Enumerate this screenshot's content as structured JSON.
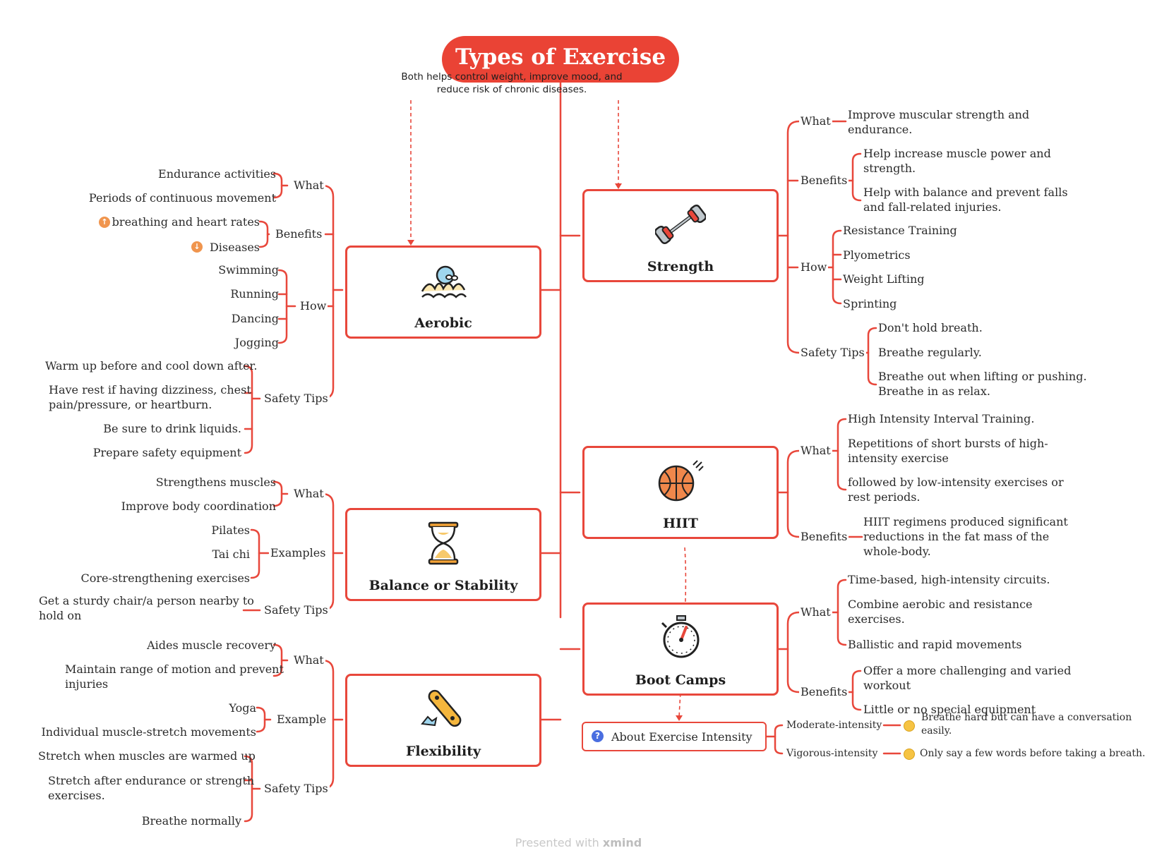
{
  "title": "Types of Exercise",
  "relationship_label": "Both helps control weight, improve mood, and reduce risk of chronic diseases.",
  "colors": {
    "accent": "#ea4335",
    "line": "#e8473b",
    "text": "#2b2b2b"
  },
  "aerobic": {
    "title": "Aerobic",
    "icon": "swimmer-icon",
    "what_label": "What",
    "what": [
      "Endurance activities",
      "Periods of continuous movement"
    ],
    "benefits_label": "Benefits",
    "benefits": [
      "breathing and heart rates",
      "Diseases"
    ],
    "how_label": "How",
    "how": [
      "Swimming",
      "Running",
      "Dancing",
      "Jogging"
    ],
    "safety_label": "Safety Tips",
    "safety": [
      "Warm up before and cool down after.",
      "Have rest if having dizziness, chest",
      "pain/pressure, or heartburn.",
      "Be sure to drink liquids.",
      "Prepare safety equipment"
    ]
  },
  "balance": {
    "title": "Balance or Stability",
    "icon": "hourglass-icon",
    "what_label": "What",
    "what": [
      "Strengthens muscles",
      "Improve body coordination"
    ],
    "examples_label": "Examples",
    "examples": [
      "Pilates",
      "Tai chi",
      "Core-strengthening exercises"
    ],
    "safety_label": "Safety Tips",
    "safety": [
      "Get a sturdy chair/a person nearby to",
      "hold on"
    ]
  },
  "flexibility": {
    "title": "Flexibility",
    "icon": "skateboard-icon",
    "what_label": "What",
    "what": [
      "Aides muscle recovery",
      "Maintain range of motion and prevent",
      "injuries"
    ],
    "example_label": "Example",
    "example": [
      "Yoga",
      "Individual muscle-stretch movements"
    ],
    "safety_label": "Safety Tips",
    "safety": [
      "Stretch when muscles are warmed up",
      "Stretch after endurance or strength",
      "exercises.",
      "Breathe normally"
    ]
  },
  "strength": {
    "title": "Strength",
    "icon": "dumbbell-icon",
    "what_label": "What",
    "what": [
      "Improve muscular strength and",
      "endurance."
    ],
    "benefits_label": "Benefits",
    "benefits": [
      "Help increase muscle power and",
      "strength.",
      "Help with balance and prevent falls",
      "and fall-related injuries."
    ],
    "how_label": "How",
    "how": [
      "Resistance Training",
      "Plyometrics",
      "Weight Lifting",
      "Sprinting"
    ],
    "safety_label": "Safety Tips",
    "safety": [
      "Don't hold breath.",
      "Breathe regularly.",
      "Breathe out when lifting or pushing.",
      "Breathe in as relax."
    ]
  },
  "hiit": {
    "title": "HIIT",
    "icon": "basketball-icon",
    "what_label": "What",
    "what": [
      "High Intensity Interval Training.",
      "Repetitions of short bursts of high-",
      "intensity exercise",
      " followed by low-intensity exercises or",
      "rest periods."
    ],
    "benefits_label": "Benefits",
    "benefits": [
      "HIIT regimens produced significant",
      "reductions in the fat mass of the",
      "whole-body."
    ]
  },
  "bootcamps": {
    "title": "Boot Camps",
    "icon": "stopwatch-icon",
    "what_label": "What",
    "what": [
      "Time-based, high-intensity circuits.",
      "Combine aerobic and resistance",
      "exercises.",
      "Ballistic and rapid movements"
    ],
    "benefits_label": "Benefits",
    "benefits": [
      "Offer a more challenging and varied",
      "workout",
      "Little or no special equipment"
    ]
  },
  "about": {
    "label": "About Exercise Intensity",
    "moderate_label": "Moderate-intensity",
    "moderate_text": [
      "Breathe hard but can have a conversation",
      "easily."
    ],
    "vigorous_label": "Vigorous-intensity",
    "vigorous_text": "Only say a few words before taking a breath."
  },
  "footer": {
    "prefix": "Presented with",
    "brand": "xmind"
  }
}
